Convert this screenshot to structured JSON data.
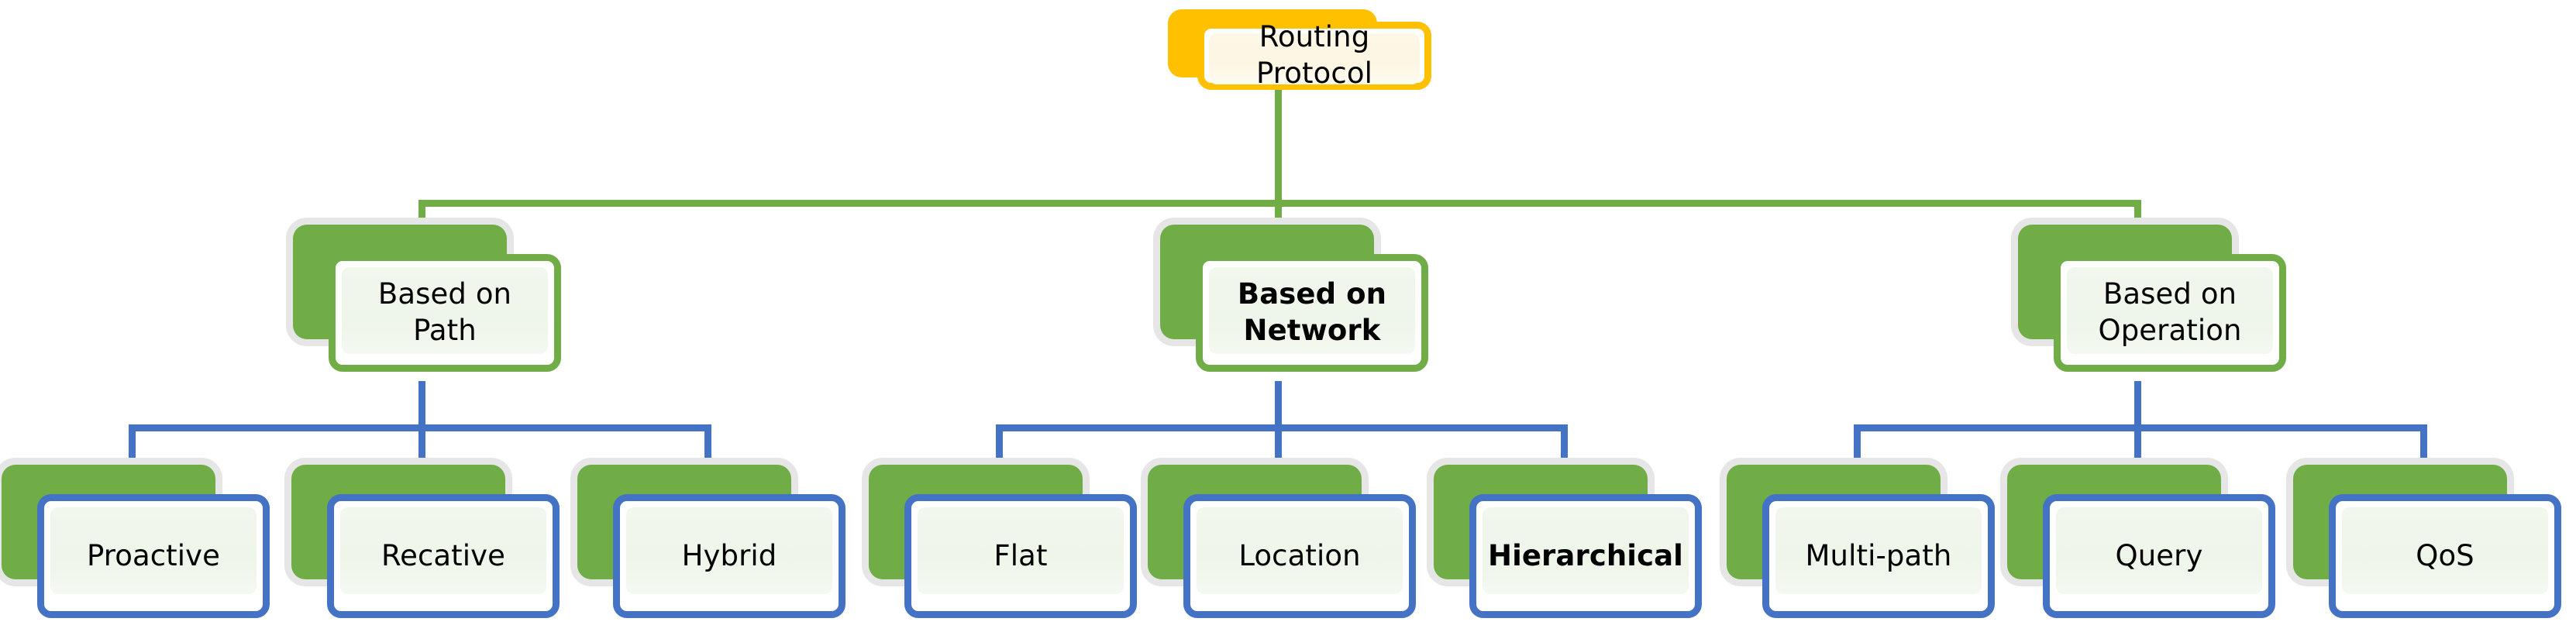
{
  "diagram": {
    "title": "Routing Protocol classification tree",
    "type": "tree",
    "colors": {
      "root_accent": "#FFC000",
      "level2_accent": "#70AD47",
      "leaf_accent": "#4472C4",
      "card_back_fill": "#70AD47",
      "card_front_fill": "#FFFFFF",
      "plate_tint_green": "#EEF5E9",
      "plate_tint_yellow": "#FDF6E3",
      "shadow": "#E6E6E6",
      "text": "#000000",
      "background": "#FFFFFF"
    },
    "root": {
      "id": "routing-protocol",
      "label": "Routing\nProtocol",
      "bold": false
    },
    "level2": [
      {
        "id": "based-on-path",
        "label": "Based on\nPath",
        "bold": false
      },
      {
        "id": "based-on-network",
        "label": "Based on\nNetwork",
        "bold": true
      },
      {
        "id": "based-on-operation",
        "label": "Based on\nOperation",
        "bold": false
      }
    ],
    "leaves": [
      {
        "id": "proactive",
        "label": "Proactive",
        "bold": false,
        "parent": "based-on-path"
      },
      {
        "id": "recative",
        "label": "Recative",
        "bold": false,
        "parent": "based-on-path"
      },
      {
        "id": "hybrid",
        "label": "Hybrid",
        "bold": false,
        "parent": "based-on-path"
      },
      {
        "id": "flat",
        "label": "Flat",
        "bold": false,
        "parent": "based-on-network"
      },
      {
        "id": "location",
        "label": "Location",
        "bold": false,
        "parent": "based-on-network"
      },
      {
        "id": "hierarchical",
        "label": "Hierarchical",
        "bold": true,
        "parent": "based-on-network"
      },
      {
        "id": "multi-path",
        "label": "Multi-path",
        "bold": false,
        "parent": "based-on-operation"
      },
      {
        "id": "query",
        "label": "Query",
        "bold": false,
        "parent": "based-on-operation"
      },
      {
        "id": "qos",
        "label": "QoS",
        "bold": false,
        "parent": "based-on-operation"
      }
    ]
  }
}
